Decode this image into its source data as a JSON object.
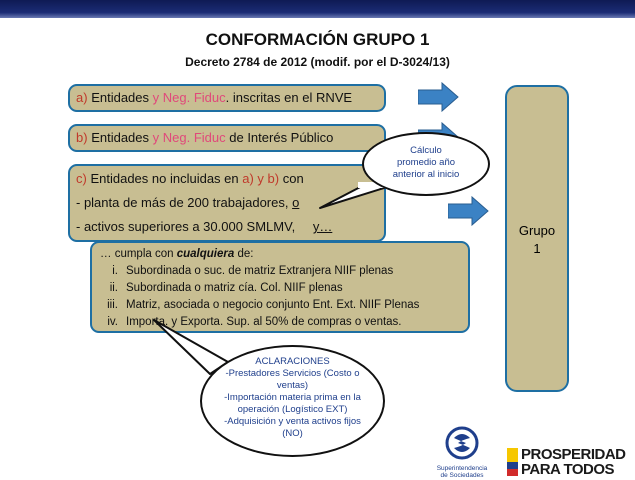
{
  "title": "CONFORMACIÓN GRUPO 1",
  "subtitle": "Decreto 2784 de 2012 (modif. por el D-3024/13)",
  "box_a": {
    "prefix": "a)",
    "mid": "Entidades",
    "highlight": "y Neg. Fiduc",
    "tail": ". inscritas en el RNVE"
  },
  "box_b": {
    "prefix": "b)",
    "mid": "Entidades",
    "highlight": "y Neg. Fiduc",
    "tail": "de Interés Público"
  },
  "box_c": {
    "prefix": "c)",
    "line1_mid": "Entidades no incluidas en",
    "line1_highlight": "a) y b)",
    "line1_tail": "con",
    "line2_main": "- planta de más de 200 trabajadores,",
    "line2_end": "o",
    "line3_main": "- activos superiores a 30.000 SMLMV,",
    "line3_end": "y…"
  },
  "list": {
    "intro_pre": "… cumpla con",
    "intro_emph": "cualquiera",
    "intro_post": "de:",
    "items": [
      {
        "num": "i.",
        "text": "Subordinada o suc. de matriz  Extranjera NIIF plenas"
      },
      {
        "num": "ii.",
        "text": "Subordinada o matriz cía. Col. NIIF plenas"
      },
      {
        "num": "iii.",
        "text": "Matriz, asociada o negocio conjunto Ent. Ext. NIIF Plenas"
      },
      {
        "num": "iv.",
        "text": "Importa. y Exporta. Sup. al 50% de compras  o ventas."
      }
    ]
  },
  "grupo": {
    "line1": "Grupo",
    "line2": "1"
  },
  "callout_calculo": {
    "line1": "Cálculo",
    "line2": "promedio año",
    "line3": "anterior al inicio"
  },
  "callout_aclaraciones": {
    "lines": [
      "ACLARACIONES",
      "-Prestadores Servicios (Costo o",
      "ventas)",
      "-Importación materia prima en la",
      "operación  (Logístico EXT)",
      "-Adquisición y venta activos fijos",
      "(NO)"
    ]
  },
  "logos": {
    "supersociedades_line1": "Superintendencia",
    "supersociedades_line2": "de Sociedades",
    "prosperidad_line1": "PROSPERIDAD",
    "prosperidad_line2": "PARA TODOS"
  },
  "colors": {
    "box_fill": "#c8be92",
    "box_border": "#1e6fa3",
    "arrow": "#3b82c4",
    "accent_red": "#c0392b",
    "accent_pink": "#e0497a",
    "callout_text": "#1f3f8c"
  }
}
